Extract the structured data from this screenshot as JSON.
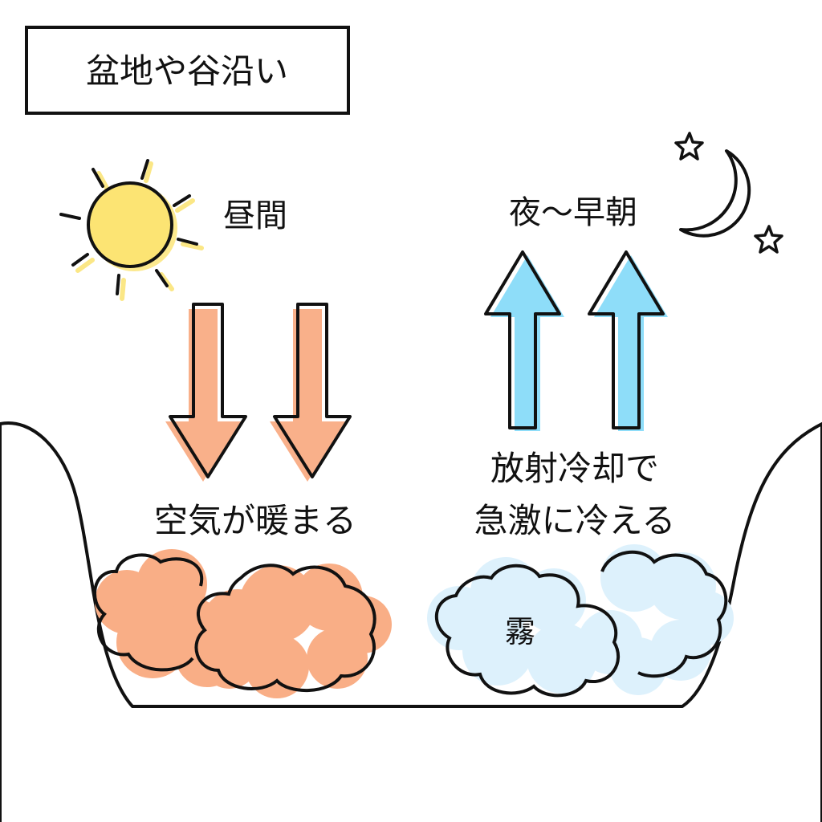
{
  "title": "盆地や谷沿い",
  "day": {
    "label": "昼間",
    "caption": "空気が暖まる",
    "icon": "sun-icon"
  },
  "night": {
    "label": "夜～早朝",
    "caption_line1": "放射冷却で",
    "caption_line2": "急激に冷える",
    "icon": "moon-icon",
    "fog_label": "霧"
  },
  "colors": {
    "sun": "#FCE473",
    "sun_rays_accent": "#FBE57A",
    "warm_arrow": "#F9B08A",
    "warm_cloud": "#F9AE86",
    "cool_arrow": "#8EDDF9",
    "cool_cloud": "#DDF1FC",
    "outline": "#111111"
  }
}
